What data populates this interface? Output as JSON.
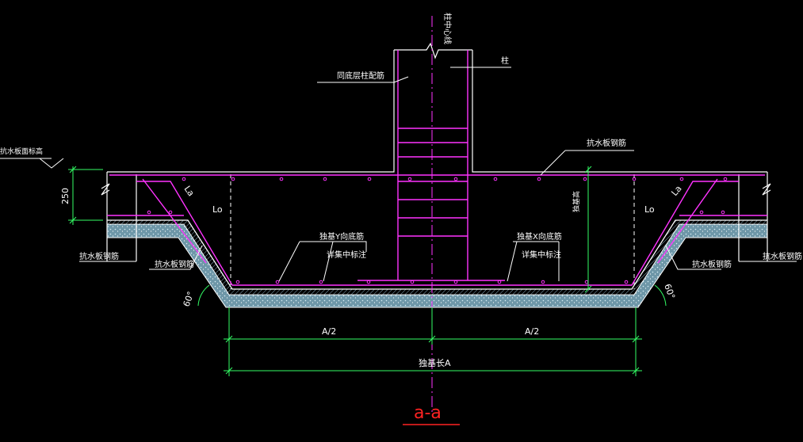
{
  "colors": {
    "background": "#000000",
    "line": "#ffffff",
    "rebar": "#ff33ff",
    "centerline": "#ff33ff",
    "dimension": "#33ff66",
    "title": "#ff2222",
    "concrete_fill": "#7fb3c8"
  },
  "labels": {
    "column_centerline": "柱中心线",
    "column": "柱",
    "column_rebar": "同底层柱配筋",
    "slab_top_elevation": "抗水板面标高",
    "slab_rebar_top": "抗水板钢筋",
    "slab_thickness": "250",
    "base_height": "独基高",
    "lo_left": "Lo",
    "lo_right": "Lo",
    "la_left": "La",
    "la_right": "La",
    "y_rebar_line1": "独基Y向底筋",
    "y_rebar_line2": "详集中标注",
    "x_rebar_line1": "独基X向底筋",
    "x_rebar_line2": "详集中标注",
    "slab_rebar_left_outer": "抗水板钢筋",
    "slab_rebar_left_inner": "抗水板钢筋",
    "slab_rebar_right_inner": "抗水板钢筋",
    "slab_rebar_right_outer": "抗水板钢筋",
    "angle_left": "60°",
    "angle_right": "60°",
    "dim_half_left": "A/2",
    "dim_half_right": "A/2",
    "dim_total": "独基长A",
    "section_title": "a-a"
  }
}
